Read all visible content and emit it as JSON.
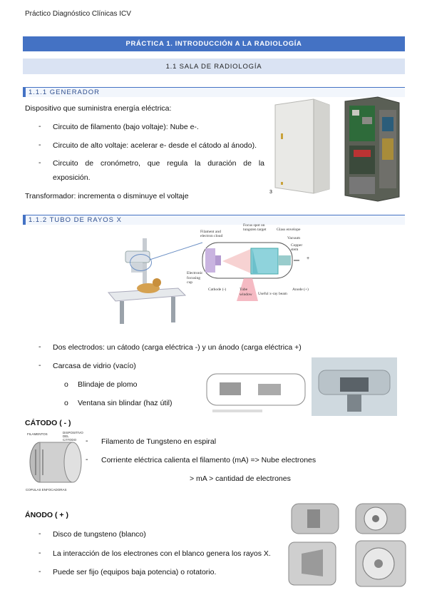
{
  "header": {
    "left": "Práctico Diagnóstico Clínicas ICV"
  },
  "banner": "PRÁCTICA 1. INTRODUCCIÓN A LA RADIOLOGÍA",
  "subbanner": "1.1 SALA DE RADIOLOGÍA",
  "section1": {
    "title": "1.1.1 GENERADOR",
    "intro": "Dispositivo que suministra energía eléctrica:",
    "items": [
      "Circuito de filamento (bajo voltaje): Nube e-.",
      "Circuito de alto voltaje: acelerar e- desde el cátodo al ánodo).",
      "Circuito de cronómetro, que regula la duración de la",
      "exposición."
    ],
    "outro": "Transformador: incrementa o disminuye el voltaje",
    "fig_note": "3"
  },
  "section2": {
    "title": "1.1.2 TUBO DE RAYOS X",
    "diagram_labels": {
      "filament": "Filament and",
      "filament2": "electron cloud",
      "focus": "Focus spot on",
      "focus2": "tungsten target",
      "glass": "Glass envelope",
      "vacuum": "Vacuum",
      "copper": "Copper",
      "copper2": "stem",
      "plus": "+",
      "electronic": "Electronic",
      "focusing": "focusing",
      "cup": "cup",
      "cathode": "Cathode (-)",
      "tube": "Tube",
      "window": "window",
      "useful": "Useful x-ray beam",
      "anode": "Anode (+)"
    },
    "items": [
      "Dos electrodos: un cátodo (carga eléctrica -) y un ánodo (carga eléctrica +)",
      "Carcasa de vidrio (vacío)"
    ],
    "subitems": [
      "Blindaje de plomo",
      "Ventana sin blindar (haz útil)"
    ],
    "sub_bullet": "o"
  },
  "catodo": {
    "title": "CÁTODO ( - )",
    "fig_labels": {
      "top_left": "FILAMENTOS",
      "top_right": "DISPOSITIVO DEL CÁTODO",
      "bottom": "COPULAS ENFOCADORAS"
    },
    "items": [
      "Filamento de Tungsteno en espiral",
      "Corriente eléctrica calienta el filamento (mA) => Nube electrones"
    ],
    "note": "> mA > cantidad de electrones"
  },
  "anodo": {
    "title": "ÁNODO ( + )",
    "items": [
      "Disco de tungsteno (blanco)",
      "La interacción de los electrones con el blanco genera los rayos X.",
      "Puede ser fijo (equipos baja potencia) o rotatorio."
    ]
  },
  "dash": "-"
}
